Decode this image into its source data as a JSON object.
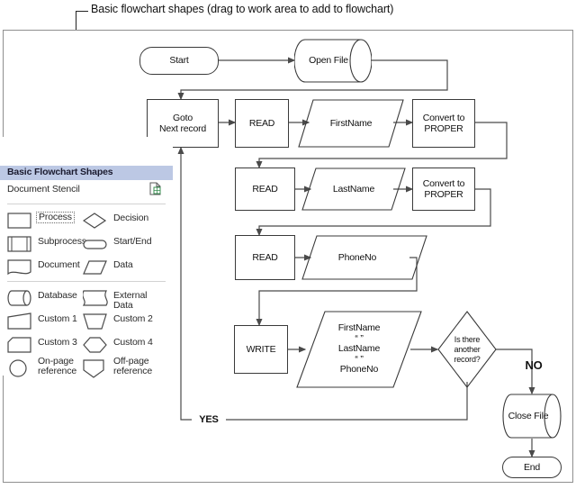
{
  "caption": {
    "text": "Basic flowchart shapes (drag to work area to add to flowchart)"
  },
  "stencil": {
    "title": "Basic Flowchart Shapes",
    "subtitle": "Document Stencil",
    "doc_icon": "document-stencil-icon",
    "selected_shape": "Process",
    "shapes": [
      {
        "label": "Process",
        "icon": "process-shape-icon",
        "selected": true
      },
      {
        "label": "Decision",
        "icon": "decision-shape-icon",
        "selected": false
      },
      {
        "label": "Subprocess",
        "icon": "subprocess-shape-icon",
        "selected": false
      },
      {
        "label": "Start/End",
        "icon": "start-end-shape-icon",
        "selected": false
      },
      {
        "label": "Document",
        "icon": "document-shape-icon",
        "selected": false
      },
      {
        "label": "Data",
        "icon": "data-shape-icon",
        "selected": false
      },
      {
        "label": "Database",
        "icon": "database-shape-icon",
        "selected": false
      },
      {
        "label": "External Data",
        "icon": "external-data-shape-icon",
        "selected": false
      },
      {
        "label": "Custom 1",
        "icon": "custom-1-shape-icon",
        "selected": false
      },
      {
        "label": "Custom 2",
        "icon": "custom-2-shape-icon",
        "selected": false
      },
      {
        "label": "Custom 3",
        "icon": "custom-3-shape-icon",
        "selected": false
      },
      {
        "label": "Custom 4",
        "icon": "custom-4-shape-icon",
        "selected": false
      },
      {
        "label": "On-page\nreference",
        "icon": "on-page-reference-shape-icon",
        "selected": false
      },
      {
        "label": "Off-page\nreference",
        "icon": "off-page-reference-shape-icon",
        "selected": false
      }
    ]
  },
  "flowchart": {
    "nodes": {
      "start": {
        "label": "Start",
        "type": "terminator"
      },
      "open_file": {
        "label": "Open File",
        "type": "cylinder"
      },
      "goto_next": {
        "label": "Goto\nNext record",
        "type": "process"
      },
      "read1": {
        "label": "READ",
        "type": "process"
      },
      "firstname": {
        "label": "FirstName",
        "type": "data"
      },
      "proper1": {
        "label": "Convert to\nPROPER",
        "type": "process"
      },
      "read2": {
        "label": "READ",
        "type": "process"
      },
      "lastname": {
        "label": "LastName",
        "type": "data"
      },
      "proper2": {
        "label": "Convert to\nPROPER",
        "type": "process"
      },
      "read3": {
        "label": "READ",
        "type": "process"
      },
      "phoneno": {
        "label": "PhoneNo",
        "type": "data"
      },
      "write": {
        "label": "WRITE",
        "type": "process"
      },
      "output": {
        "label": "FirstName\n“ ”\nLastName\n“ ”\nPhoneNo",
        "type": "data"
      },
      "decision": {
        "label": "Is there\nanother\nrecord?",
        "type": "decision"
      },
      "close_file": {
        "label": "Close File",
        "type": "cylinder"
      },
      "end": {
        "label": "End",
        "type": "terminator"
      }
    },
    "edge_labels": {
      "no": "NO",
      "yes": "YES"
    }
  },
  "colors": {
    "stencil_header_bg": "#bcc8e4",
    "canvas_border": "#8f8f8f",
    "shape_stroke": "#3a3a3a",
    "connector": "#4a4a4a",
    "text": "#111111"
  }
}
